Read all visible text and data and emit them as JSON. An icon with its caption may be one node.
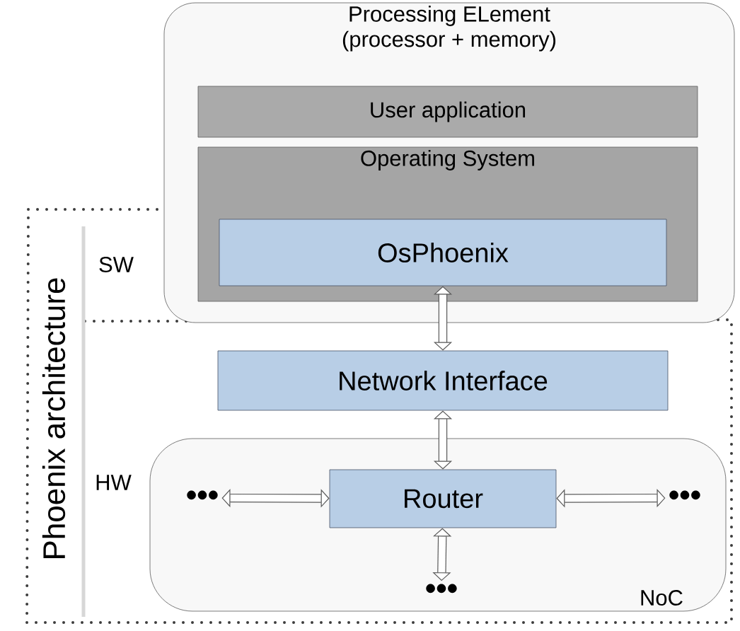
{
  "diagram": {
    "nodes": [
      {
        "text": [
          "Phoenix architecture"
        ]
      },
      {
        "text": [
          "Processing ELement (processor + memory)"
        ]
      },
      {
        "text": [
          "User application"
        ],
        "in": 1
      },
      {
        "text": [
          "Operating System"
        ],
        "in": 1
      },
      {
        "text": [
          "OsPhoenix"
        ]
      },
      {
        "text": [
          "Network Interface"
        ],
        "in": 0
      },
      {
        "text": [
          "NoC"
        ],
        "in": 0
      },
      {
        "text": [
          "•••"
        ],
        "in": 6
      },
      {
        "text": [
          "Router"
        ],
        "in": 6
      },
      {
        "text": [
          "•••"
        ],
        "in": 6
      },
      {
        "text": [
          "•••"
        ],
        "in": 6
      }
    ],
    "edges": [
      {
        "from": 4,
        "to": 5,
        "arrow": "both"
      },
      {
        "from": 5,
        "to": 8,
        "arrow": "both"
      },
      {
        "from": 8,
        "to": 7,
        "arrow": "both"
      },
      {
        "from": 8,
        "to": 9,
        "arrow": "both"
      },
      {
        "from": 8,
        "to": 10,
        "arrow": "both"
      }
    ],
    "labels": [
      "SW",
      "HW"
    ]
  }
}
